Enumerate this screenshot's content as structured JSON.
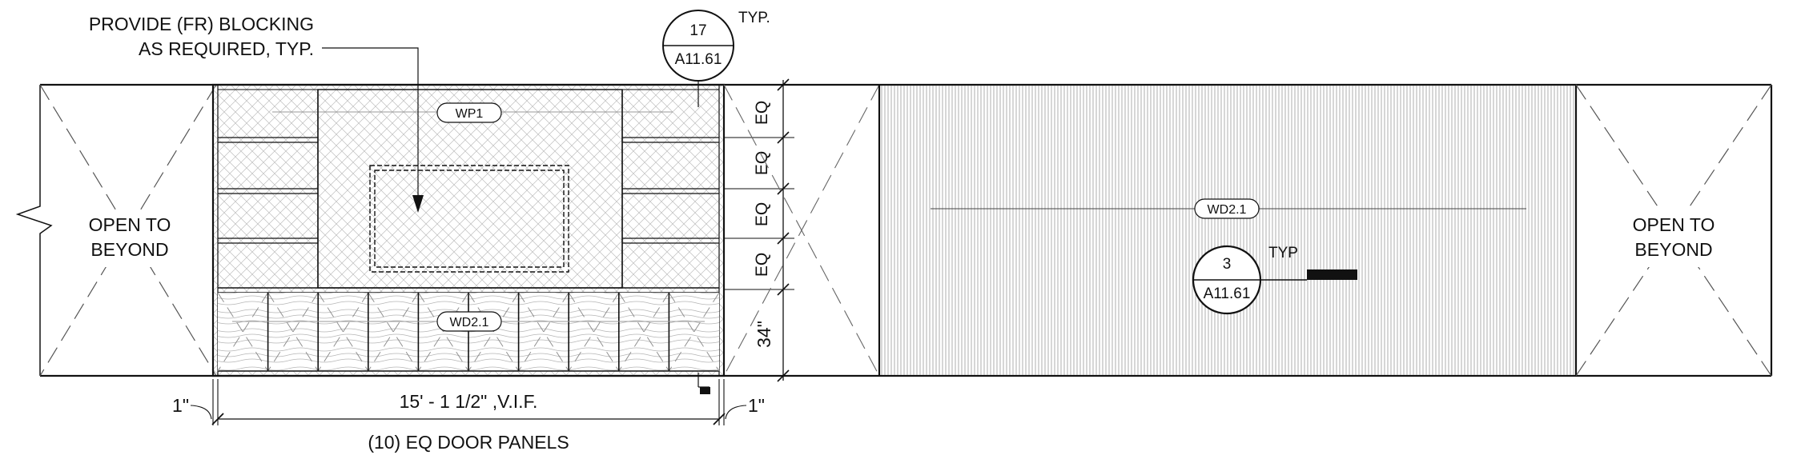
{
  "notes": {
    "blocking_line1": "PROVIDE (FR) BLOCKING",
    "blocking_line2": "AS REQUIRED, TYP.",
    "typ_top": "TYP.",
    "typ_detail": "TYP"
  },
  "callouts": {
    "top": {
      "number": "17",
      "sheet": "A11.61"
    },
    "detail": {
      "number": "3",
      "sheet": "A11.61"
    }
  },
  "tags": {
    "wp1": "WP1",
    "wd_left": "WD2.1",
    "wd_right": "WD2.1"
  },
  "openings": {
    "left_line1": "OPEN TO",
    "left_line2": "BEYOND",
    "right_line1": "OPEN TO",
    "right_line2": "BEYOND"
  },
  "dimensions": {
    "eq_labels": [
      "EQ",
      "EQ",
      "EQ",
      "EQ"
    ],
    "base_height": "34\"",
    "width": "15' - 1 1/2\" ,V.I.F.",
    "left_offset": "1\"",
    "right_offset": "1\"",
    "door_panels": "(10) EQ DOOR PANELS"
  },
  "colors": {
    "line": "#111111",
    "background": "#ffffff"
  }
}
